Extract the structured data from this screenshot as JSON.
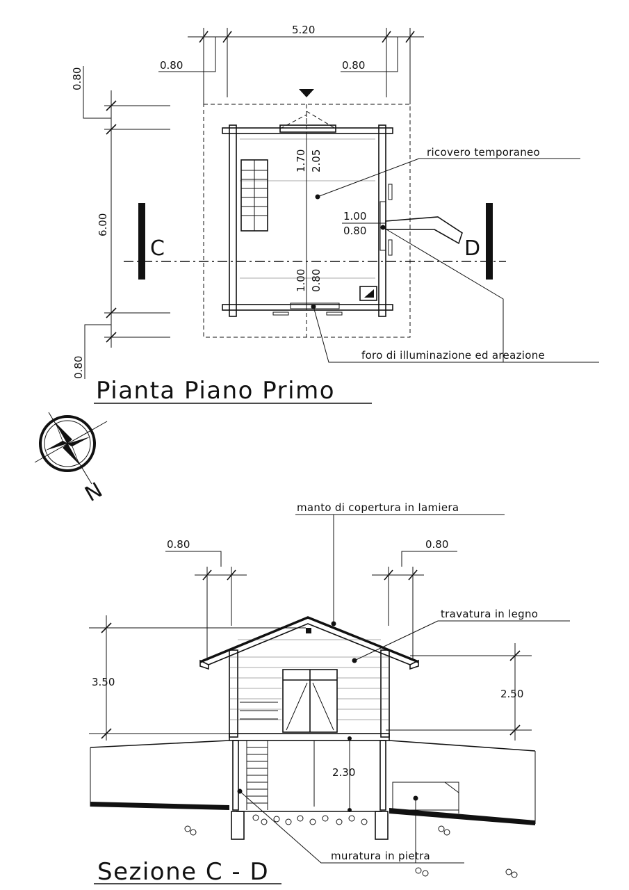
{
  "plan": {
    "title": "Pianta  Piano  Primo",
    "dims": {
      "top_total": "5.20",
      "top_left": "0.80",
      "top_right": "0.80",
      "left_top": "0.80",
      "left_total": "6.00",
      "left_bottom": "0.80",
      "inner_v1": "1.70",
      "inner_v2": "2.05",
      "inner_v3": "1.00",
      "inner_v4": "0.80",
      "right_w1": "1.00",
      "right_w2": "0.80"
    },
    "section_letters": {
      "left": "C",
      "right": "D"
    },
    "labels": {
      "shelter": "ricovero temporaneo",
      "opening": "foro di illuminazione ed areazione"
    }
  },
  "compass": {
    "north_label": "N"
  },
  "section": {
    "title": "Sezione C - D",
    "dims": {
      "left_overhang": "0.80",
      "right_overhang": "0.80",
      "total_height": "3.50",
      "upper_height": "2.50",
      "ground_height": "2.30"
    },
    "labels": {
      "roof": "manto di copertura in lamiera",
      "beams": "travatura in legno",
      "masonry": "muratura in pietra"
    }
  }
}
